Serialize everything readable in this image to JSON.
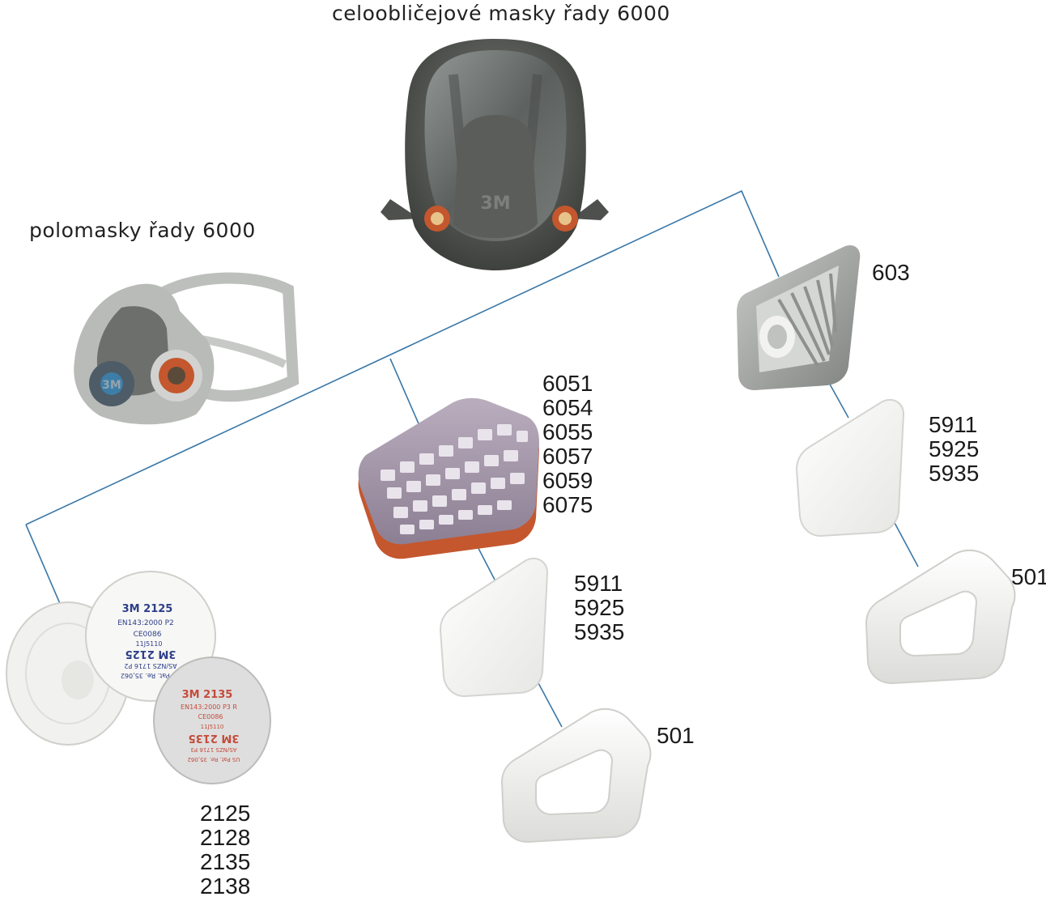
{
  "headings": {
    "full_face": "celoobličejové masky řady 6000",
    "half_mask": "polomasky řady 6000"
  },
  "colors": {
    "connector": "#3a78a8",
    "filter_orange": "#c4572e",
    "cartridge_purple": "#a99aae",
    "mask_gray": "#6e706d",
    "pad_white": "#f4f4f2"
  },
  "products": {
    "adapter_603": {
      "code": "603"
    },
    "cartridges": {
      "codes": [
        "6051",
        "6054",
        "6055",
        "6057",
        "6059",
        "6075"
      ]
    },
    "prefilters_middle": {
      "codes": [
        "5911",
        "5925",
        "5935"
      ]
    },
    "prefilters_right": {
      "codes": [
        "5911",
        "5925",
        "5935"
      ]
    },
    "retainer_middle": {
      "code": "501"
    },
    "retainer_right": {
      "code": "501"
    },
    "disc_filters": {
      "codes": [
        "2125",
        "2128",
        "2135",
        "2138"
      ],
      "disc_a_lines": [
        "3M 2125",
        "EN143:2000 P2",
        "CE0086",
        "11J5110",
        "US Pat. Re. 35,062",
        "AS/NZS 1716 P2",
        "3M 2125"
      ],
      "disc_b_lines": [
        "3M 2135",
        "EN143:2000 P3 R",
        "CE0086",
        "11J5110",
        "US Pat. Re. 35,062",
        "AS/NZS 1716 P3",
        "3M 2135"
      ]
    },
    "brand_mark": "3M"
  }
}
